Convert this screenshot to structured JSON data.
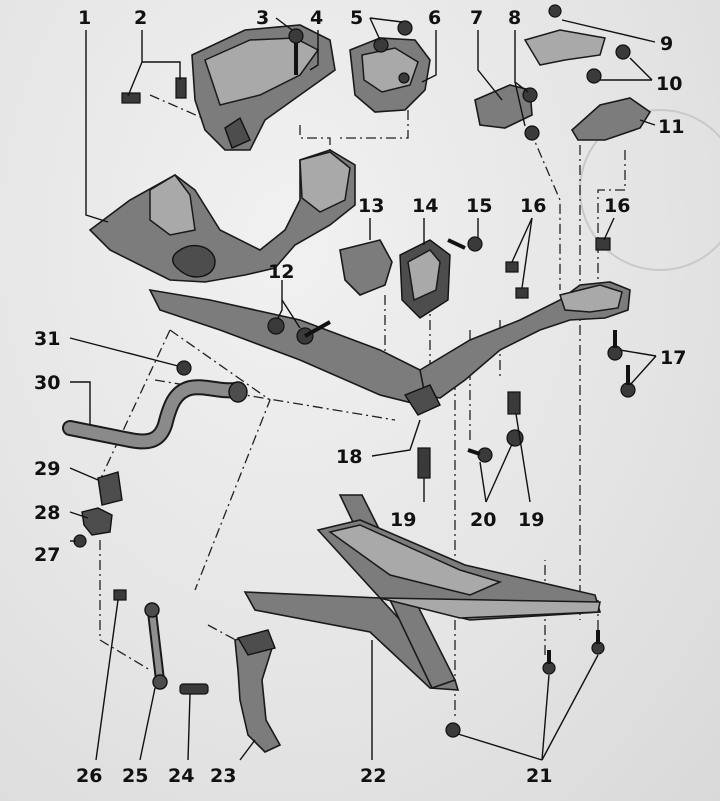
{
  "diagram": {
    "callouts": [
      {
        "id": "c1",
        "label": "1"
      },
      {
        "id": "c2",
        "label": "2"
      },
      {
        "id": "c3",
        "label": "3"
      },
      {
        "id": "c4",
        "label": "4"
      },
      {
        "id": "c5",
        "label": "5"
      },
      {
        "id": "c6",
        "label": "6"
      },
      {
        "id": "c7",
        "label": "7"
      },
      {
        "id": "c8",
        "label": "8"
      },
      {
        "id": "c9",
        "label": "9"
      },
      {
        "id": "c10",
        "label": "10"
      },
      {
        "id": "c11",
        "label": "11"
      },
      {
        "id": "c12",
        "label": "12"
      },
      {
        "id": "c13",
        "label": "13"
      },
      {
        "id": "c14",
        "label": "14"
      },
      {
        "id": "c15",
        "label": "15"
      },
      {
        "id": "c16a",
        "label": "16"
      },
      {
        "id": "c16b",
        "label": "16"
      },
      {
        "id": "c17",
        "label": "17"
      },
      {
        "id": "c18",
        "label": "18"
      },
      {
        "id": "c19a",
        "label": "19"
      },
      {
        "id": "c19b",
        "label": "19"
      },
      {
        "id": "c20",
        "label": "20"
      },
      {
        "id": "c21",
        "label": "21"
      },
      {
        "id": "c22",
        "label": "22"
      },
      {
        "id": "c23",
        "label": "23"
      },
      {
        "id": "c24",
        "label": "24"
      },
      {
        "id": "c25",
        "label": "25"
      },
      {
        "id": "c26",
        "label": "26"
      },
      {
        "id": "c27",
        "label": "27"
      },
      {
        "id": "c28",
        "label": "28"
      },
      {
        "id": "c29",
        "label": "29"
      },
      {
        "id": "c30",
        "label": "30"
      },
      {
        "id": "c31",
        "label": "31"
      }
    ]
  }
}
